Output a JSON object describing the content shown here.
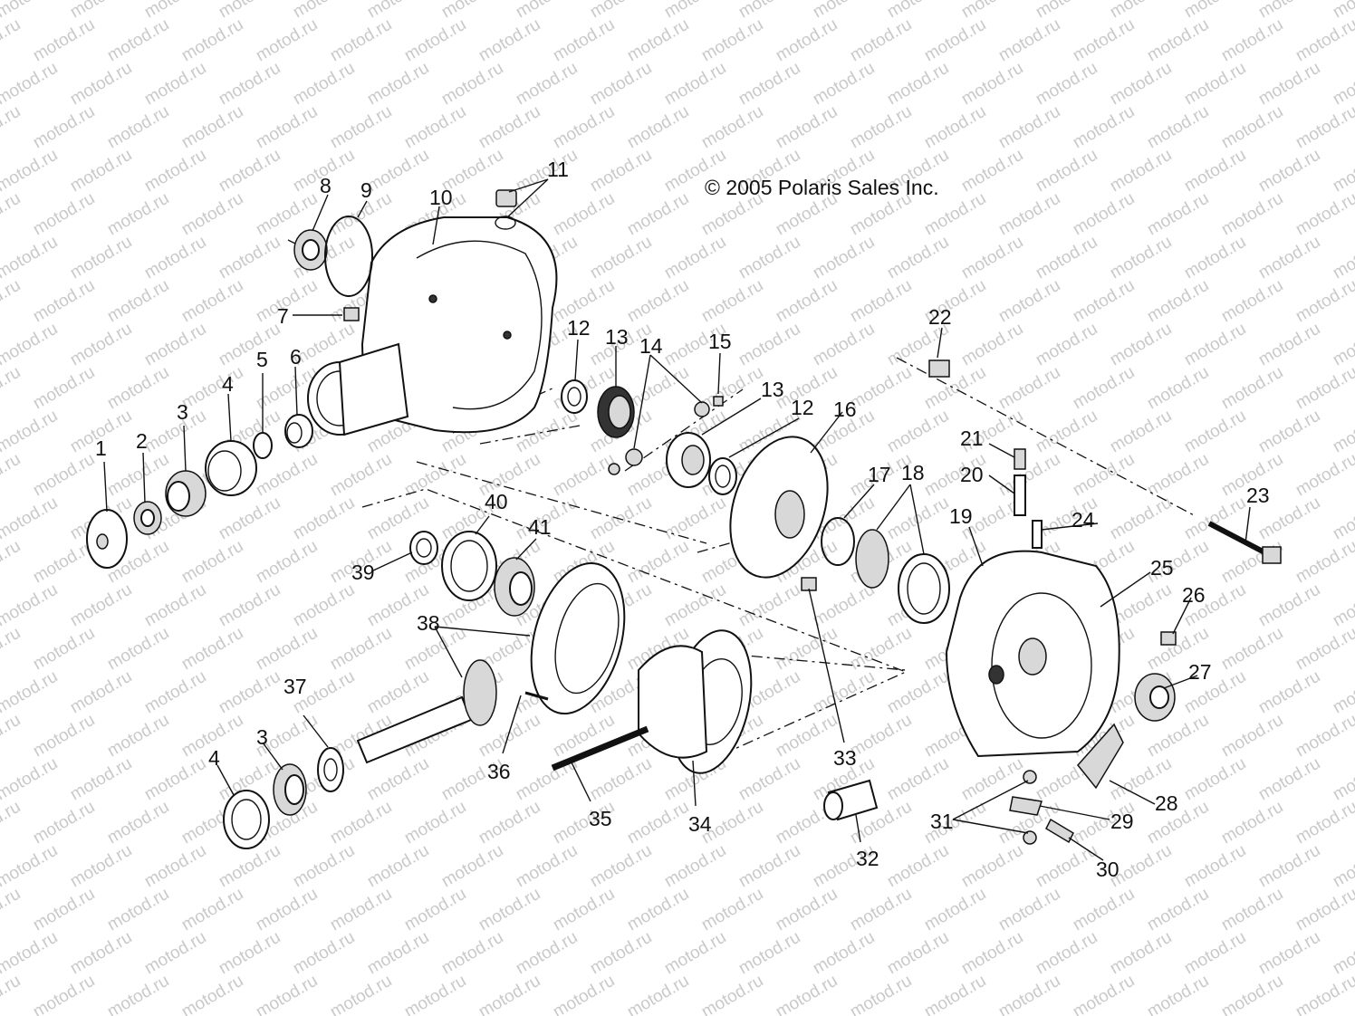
{
  "copyright": "© 2005 Polaris Sales Inc.",
  "watermark": "motod.ru",
  "callouts": [
    "1",
    "2",
    "3",
    "3",
    "4",
    "4",
    "5",
    "6",
    "7",
    "8",
    "9",
    "10",
    "11",
    "12",
    "12",
    "13",
    "13",
    "14",
    "15",
    "16",
    "17",
    "18",
    "19",
    "20",
    "21",
    "22",
    "23",
    "24",
    "25",
    "26",
    "27",
    "28",
    "29",
    "30",
    "31",
    "32",
    "33",
    "34",
    "35",
    "36",
    "37",
    "38",
    "39",
    "40",
    "41"
  ]
}
